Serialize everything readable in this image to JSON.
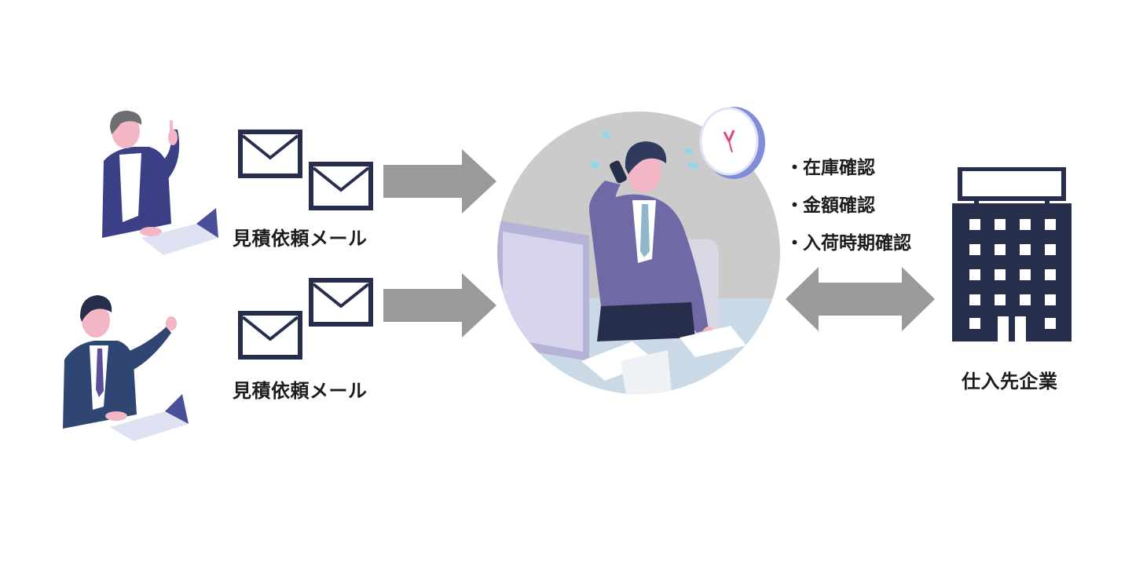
{
  "senders": [
    {
      "mail_label": "見積依頼メール"
    },
    {
      "mail_label": "見積依頼メール"
    }
  ],
  "checks": [
    {
      "bullet": "・",
      "text": "在庫確認"
    },
    {
      "bullet": "・",
      "text": "金額確認"
    },
    {
      "bullet": "・",
      "text": "入荷時期確認"
    }
  ],
  "supplier": {
    "label": "仕入先企業"
  },
  "colors": {
    "navy": "#262e4c",
    "arrow_gray": "#9a9a9a",
    "circle_bg": "#cbcbcb",
    "suit_purple": "#6f6aa6",
    "skin_pink": "#f2b6c5",
    "clock_blue": "#7f8ed6"
  },
  "icons": [
    "person-pointing-icon",
    "envelope-icon",
    "arrow-right-icon",
    "busy-office-worker-illustration",
    "clock-icon",
    "double-arrow-icon",
    "office-building-icon"
  ]
}
